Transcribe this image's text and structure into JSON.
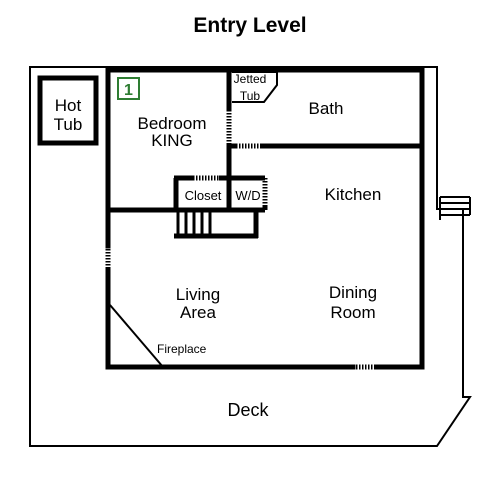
{
  "title": "Entry Level",
  "badge": "1",
  "colors": {
    "wall": "#000000",
    "badge": "#2e7d32",
    "background": "#ffffff"
  },
  "labels": {
    "hot_tub": [
      "Hot",
      "Tub"
    ],
    "jetted_tub": [
      "Jetted",
      "Tub"
    ],
    "bath": "Bath",
    "bedroom": [
      "Bedroom",
      "KING"
    ],
    "closet": "Closet",
    "wd": "W/D",
    "kitchen": "Kitchen",
    "living": [
      "Living",
      "Area"
    ],
    "dining": [
      "Dining",
      "Room"
    ],
    "fireplace": "Fireplace",
    "deck": "Deck"
  }
}
